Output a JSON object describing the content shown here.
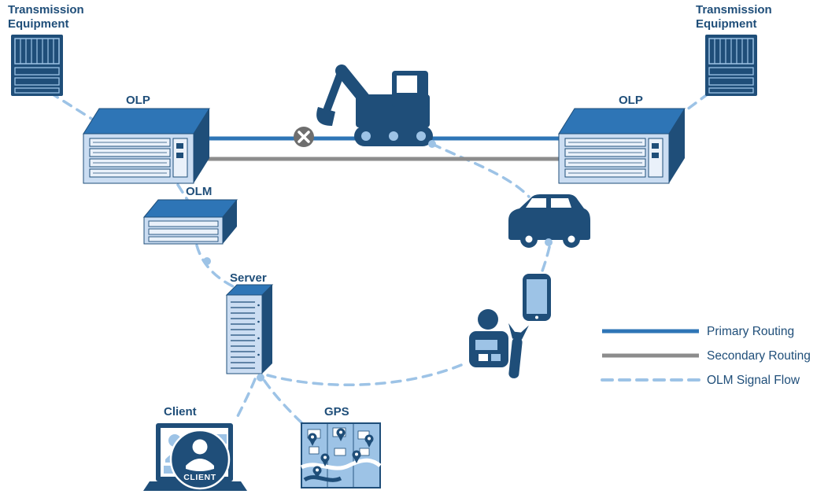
{
  "colors": {
    "background": "#FFFFFF",
    "navy": "#1F4E79",
    "medium_blue": "#2E75B6",
    "light_blue": "#CBDDF2",
    "pale_blue": "#9DC3E6",
    "signal_blue": "#9DC3E6",
    "slot_fill": "#EAF1FA",
    "gray": "#8C8C8C",
    "marker_gray": "#6E6E6E",
    "white": "#FFFFFF"
  },
  "nodes": {
    "transmission_left": {
      "line1": "Transmission",
      "line2": "Equipment"
    },
    "transmission_right": {
      "line1": "Transmission",
      "line2": "Equipment"
    },
    "olp_left": {
      "label": "OLP"
    },
    "olp_right": {
      "label": "OLP"
    },
    "olm": {
      "label": "OLM"
    },
    "server": {
      "label": "Server"
    },
    "client": {
      "label": "Client",
      "badge_text": "CLIENT"
    },
    "gps": {
      "label": "GPS"
    }
  },
  "legend": {
    "items": [
      {
        "label": "Primary Routing",
        "line_style": "solid",
        "color": "#2E75B6"
      },
      {
        "label": "Secondary Routing",
        "line_style": "solid",
        "color": "#8C8C8C"
      },
      {
        "label": "OLM Signal Flow",
        "line_style": "dashed",
        "color": "#9DC3E6"
      }
    ]
  },
  "connections": [
    {
      "from": "transmission-equipment-left",
      "to": "olp-left",
      "type": "olm-signal"
    },
    {
      "from": "transmission-equipment-right",
      "to": "olp-right",
      "type": "olm-signal"
    },
    {
      "from": "olp-left",
      "to": "olp-right",
      "type": "primary-routing",
      "note": "fiber cut marker on line near excavator"
    },
    {
      "from": "olp-left",
      "to": "olp-right",
      "type": "secondary-routing"
    },
    {
      "from": "olp-left",
      "to": "olm",
      "type": "olm-signal"
    },
    {
      "from": "olm",
      "to": "server",
      "type": "olm-signal"
    },
    {
      "from": "server",
      "to": "client",
      "type": "olm-signal"
    },
    {
      "from": "server",
      "to": "gps",
      "type": "olm-signal"
    },
    {
      "from": "fiber-cut-point",
      "to": "maintenance-vehicle",
      "type": "olm-signal"
    },
    {
      "from": "maintenance-vehicle",
      "to": "technician-phone",
      "type": "olm-signal"
    },
    {
      "from": "technician",
      "to": "server",
      "type": "olm-signal"
    }
  ]
}
